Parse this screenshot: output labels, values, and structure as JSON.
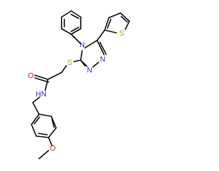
{
  "colors": {
    "bond": "#000000",
    "nitrogen": "#2b2bd6",
    "oxygen": "#e01010",
    "sulfur": "#b8a000"
  },
  "atoms": {
    "n_triazole_4": "N",
    "n_triazole_2": "N",
    "n_triazole_1": "N",
    "s_thioether": "S",
    "s_thiophene": "S",
    "o_carbonyl": "O",
    "n_amide": "N",
    "h_amide": "H",
    "o_ether": "O"
  }
}
